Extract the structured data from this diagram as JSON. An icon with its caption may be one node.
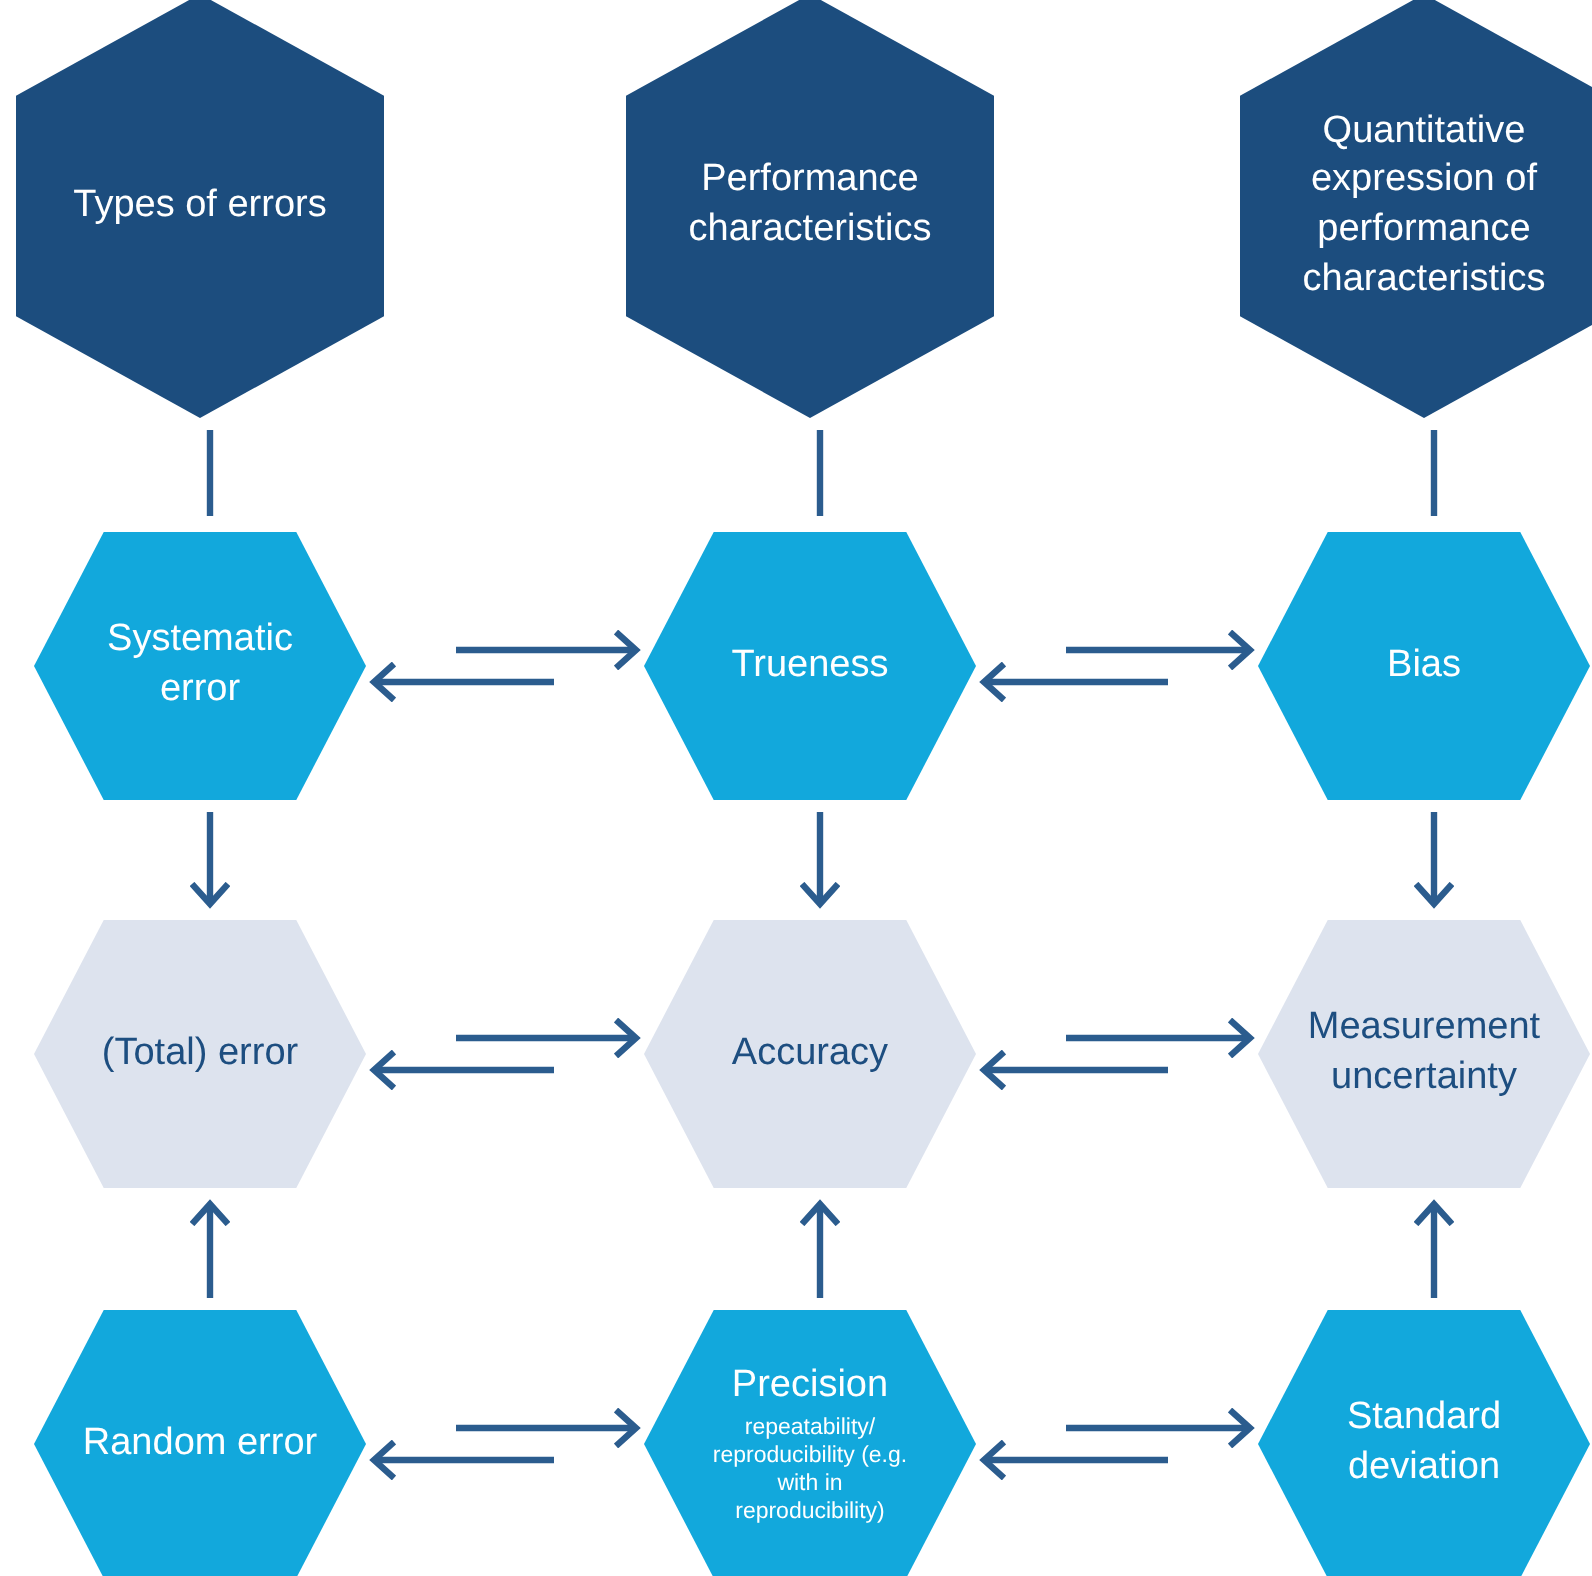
{
  "diagram": {
    "nodes": [
      {
        "text": [
          "Types of errors"
        ]
      },
      {
        "text": [
          "Performance characteristics"
        ]
      },
      {
        "text": [
          "Quantitative expression of performance characteristics"
        ]
      },
      {
        "text": [
          "Systematic error"
        ]
      },
      {
        "text": [
          "Trueness"
        ]
      },
      {
        "text": [
          "Bias"
        ]
      },
      {
        "text": [
          "(Total) error"
        ]
      },
      {
        "text": [
          "Accuracy"
        ]
      },
      {
        "text": [
          "Measurement uncertainty"
        ]
      },
      {
        "text": [
          "Random error"
        ]
      },
      {
        "text": [
          "Precision",
          "repeatability/ reproducibility (e.g. with in reproducibility)"
        ]
      },
      {
        "text": [
          "Standard deviation"
        ]
      }
    ],
    "edges": [
      {
        "from": 0,
        "to": 3,
        "arrow": "none"
      },
      {
        "from": 1,
        "to": 4,
        "arrow": "none"
      },
      {
        "from": 2,
        "to": 5,
        "arrow": "none"
      },
      {
        "from": 3,
        "to": 4,
        "arrow": "to"
      },
      {
        "from": 4,
        "to": 3,
        "arrow": "to"
      },
      {
        "from": 4,
        "to": 5,
        "arrow": "to"
      },
      {
        "from": 5,
        "to": 4,
        "arrow": "to"
      },
      {
        "from": 3,
        "to": 6,
        "arrow": "to"
      },
      {
        "from": 4,
        "to": 7,
        "arrow": "to"
      },
      {
        "from": 5,
        "to": 8,
        "arrow": "to"
      },
      {
        "from": 6,
        "to": 7,
        "arrow": "to"
      },
      {
        "from": 7,
        "to": 6,
        "arrow": "to"
      },
      {
        "from": 7,
        "to": 8,
        "arrow": "to"
      },
      {
        "from": 8,
        "to": 7,
        "arrow": "to"
      },
      {
        "from": 9,
        "to": 6,
        "arrow": "to"
      },
      {
        "from": 10,
        "to": 7,
        "arrow": "to"
      },
      {
        "from": 11,
        "to": 8,
        "arrow": "to"
      },
      {
        "from": 9,
        "to": 10,
        "arrow": "to"
      },
      {
        "from": 10,
        "to": 9,
        "arrow": "to"
      },
      {
        "from": 10,
        "to": 11,
        "arrow": "to"
      },
      {
        "from": 11,
        "to": 10,
        "arrow": "to"
      }
    ]
  }
}
